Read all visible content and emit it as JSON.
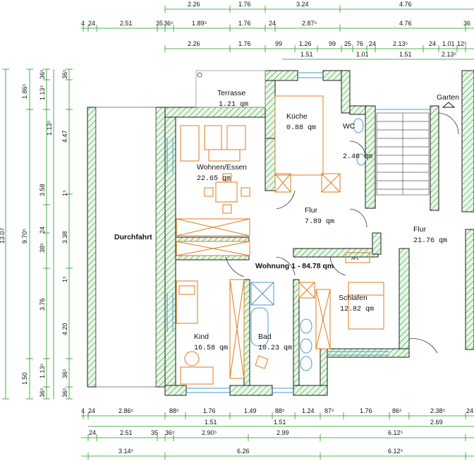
{
  "title": "Wohnung 1 - 84.78 qm",
  "rooms": {
    "terrasse": {
      "name": "Terrasse",
      "area": "1.21 qm"
    },
    "kueche": {
      "name": "Küche",
      "area": "0.88 qm"
    },
    "wc": {
      "name": "WC",
      "area": "2.46 qm"
    },
    "wohnen": {
      "name": "Wohnen/Essen",
      "area": "22.65 qm"
    },
    "flur1": {
      "name": "Flur",
      "area": "7.89 qm"
    },
    "flur2": {
      "name": "Flur",
      "area": "21.76 qm"
    },
    "durchfahrt": {
      "name": "Durchfahrt"
    },
    "schlafen": {
      "name": "Schlafen",
      "area": "12.82 qm"
    },
    "kind": {
      "name": "Kind",
      "area": "16.58 qm"
    },
    "bad": {
      "name": "Bad",
      "area": "10.23 qm"
    },
    "garten": {
      "name": "Garten"
    }
  },
  "cabinet_label": "AFL",
  "top_dims": {
    "row1": [
      "2.26",
      "1.76",
      "3.24",
      "4.76"
    ],
    "row2": [
      "4",
      "24",
      "2.51",
      "35",
      "36⁵",
      "1.89⁵",
      "1.76",
      "24",
      "2.87⁵",
      "4.76",
      "36"
    ],
    "row3": [
      "2.26",
      "1.76",
      "99",
      "1.26",
      "99",
      "25",
      "76",
      "24",
      "2.13⁵",
      "24",
      "1.01",
      "12⁵"
    ],
    "row4": [
      "1.51",
      "1.01",
      "1.51",
      "2.13⁵"
    ]
  },
  "bottom_dims": {
    "row1": [
      "4",
      "24",
      "2.86⁵",
      "88⁵",
      "1.76",
      "1.49",
      "88⁵",
      "1.24",
      "87⁵",
      "1.76",
      "86⁵",
      "2.38⁵",
      "24"
    ],
    "row2": [
      "1.51",
      "1.51",
      "2.69"
    ],
    "row3": [
      "24",
      "2.51",
      "35",
      "36⁵",
      "2.90⁵",
      "2.99",
      "6.12⁵"
    ],
    "row4": [
      "3.14⁵",
      "6.26",
      "6.12⁵"
    ]
  },
  "left_dims": {
    "col1": [
      "13.07"
    ],
    "col2": [
      "1.86⁵",
      "9.70⁵",
      "1.50"
    ],
    "col3": [
      "36⁵",
      "1.13⁵",
      "3.58",
      "24",
      "38⁵",
      "3.76",
      "1.13⁵",
      "36⁵"
    ],
    "col4": [
      "1.13⁵",
      "4.47",
      "1⁵",
      "3.38",
      "1⁵",
      "4.20",
      "36⁵"
    ],
    "col5": [
      "36⁵",
      "36⁵"
    ]
  }
}
